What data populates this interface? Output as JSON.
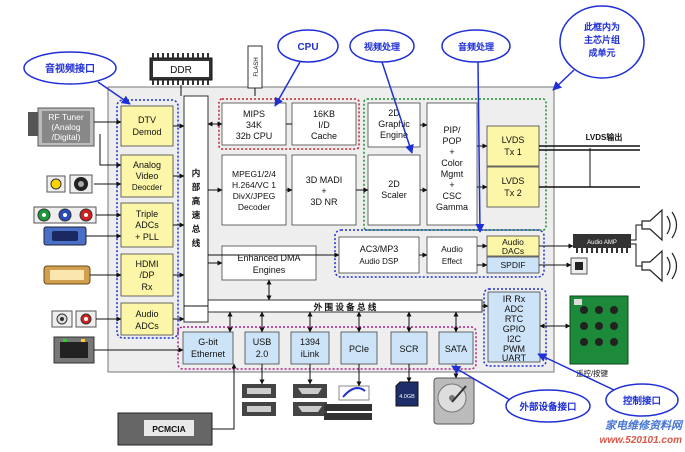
{
  "chip": {
    "ddr": "DDR",
    "flash": "FLASH",
    "mips": [
      "MIPS",
      "34K",
      "32b CPU"
    ],
    "cache": [
      "16KB",
      "I/D",
      "Cache"
    ],
    "graphic2d": [
      "2D",
      "Graphic",
      "Engine"
    ],
    "pip": [
      "PIP/",
      "POP",
      "+",
      "Color",
      "Mgmt",
      "+",
      "CSC",
      "Gamma"
    ],
    "lvds1": [
      "LVDS",
      "Tx 1"
    ],
    "lvds2": [
      "LVDS",
      "Tx 2"
    ],
    "mpeg": [
      "MPEG1/2/4",
      "H.264/VC 1",
      "DivX/JPEG",
      "Decoder"
    ],
    "madi": [
      "3D MADI",
      "+",
      "3D NR"
    ],
    "scaler": [
      "2D",
      "Scaler"
    ],
    "dma": [
      "Enhanced DMA",
      "Engines"
    ],
    "ac3": [
      "AC3/MP3",
      "Audio DSP"
    ],
    "audio_effect": [
      "Audio",
      "Effect"
    ],
    "audio_dacs": [
      "Audio",
      "DACs"
    ],
    "spdif": "SPDIF",
    "dtv": [
      "DTV",
      "Demod"
    ],
    "analog_video": [
      "Analog",
      "Video",
      "Deocder"
    ],
    "triple_adcs": [
      "Triple",
      "ADCs",
      "+ PLL"
    ],
    "hdmi": [
      "HDMI",
      "/DP",
      "Rx"
    ],
    "audio_adcs": [
      "Audio",
      "ADCs"
    ],
    "internal_bus": [
      "内",
      "部",
      "高",
      "速",
      "总",
      "线"
    ],
    "peripheral_bus": "外 围 设 备 总 线",
    "control": [
      "IR Rx",
      "ADC",
      "RTC",
      "GPIO",
      "I2C",
      "PWM",
      "UART"
    ],
    "gbit": [
      "G-bit",
      "Ethernet"
    ],
    "usb": [
      "USB",
      "2.0"
    ],
    "ieee1394": [
      "1394",
      "iLink"
    ],
    "pcie": "PCIe",
    "scr": "SCR",
    "sata": "SATA"
  },
  "external": {
    "rf_tuner": [
      "RF Tuner",
      "(Analog",
      "/Digital)"
    ],
    "lvds_out": "LVDS输出",
    "audio_amp": "Audio AMP",
    "pcmcia": "PCMCIA",
    "sd_label": "4.0GB",
    "keypad": "遥控/按键"
  },
  "callouts": {
    "av_interface": "音视频接口",
    "cpu": "CPU",
    "video_proc": "视频处理",
    "audio_proc": "音频处理",
    "chip_units": [
      "此框内为",
      "主芯片组",
      "成单元"
    ],
    "periph_interface": "外部设备接口",
    "ctrl_interface": "控制接口"
  },
  "watermark": [
    "家电维修资料网",
    "www.520101.com"
  ],
  "colors": {
    "callout": "#1f2fd6",
    "red_group": "#c0202a",
    "green_group": "#1a8f2a",
    "blue_group": "#1f2fd6",
    "magenta_group": "#b0208a",
    "chip_bg": "#eeeeee"
  }
}
